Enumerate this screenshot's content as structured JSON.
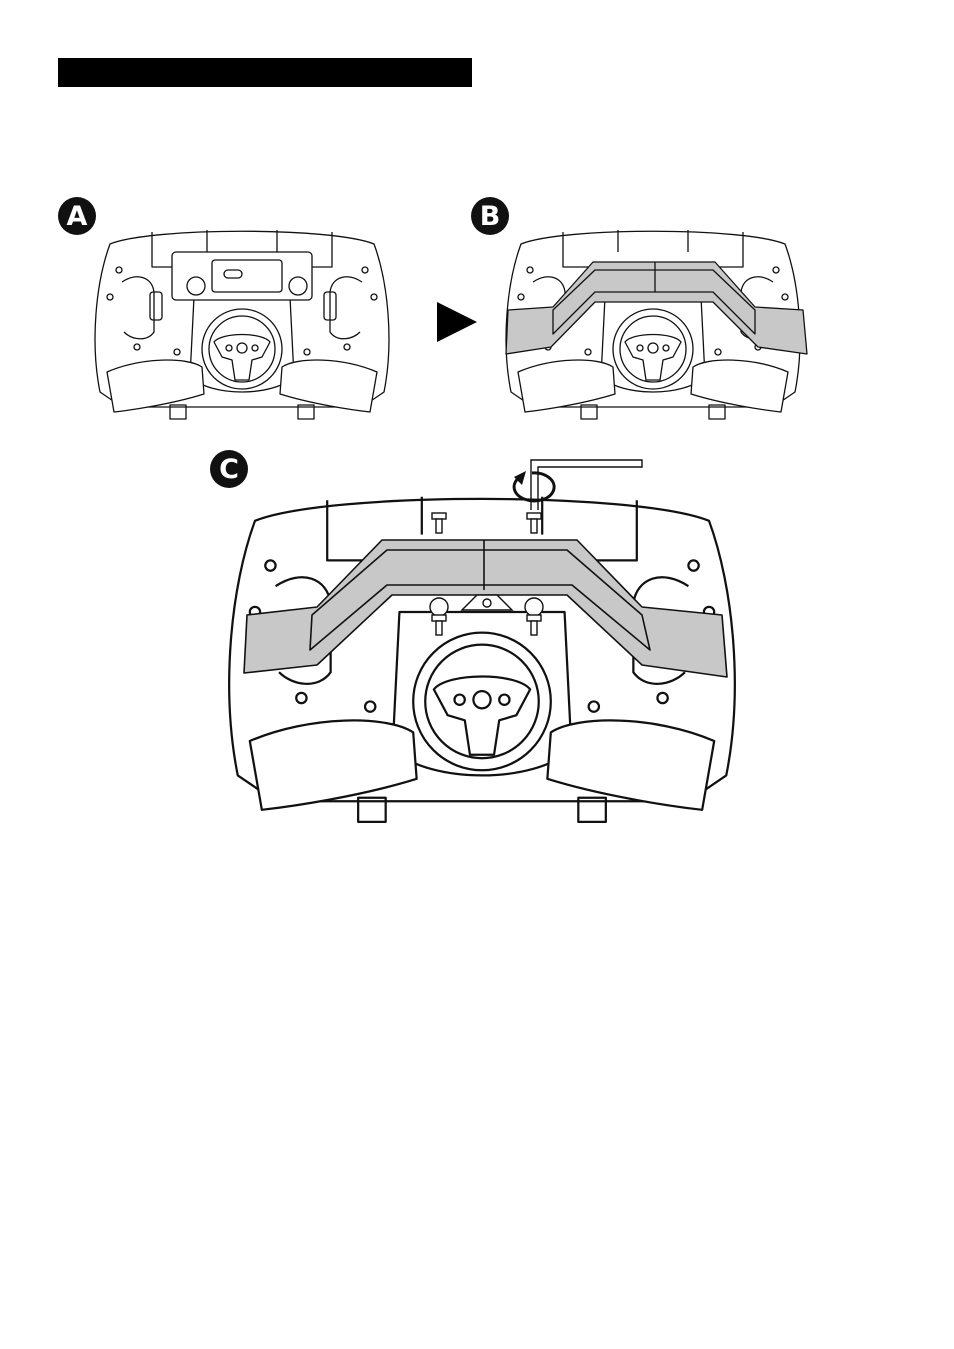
{
  "steps": [
    {
      "label": "A"
    },
    {
      "label": "B"
    },
    {
      "label": "C"
    }
  ],
  "illustration": {
    "subject": "steering-wheel-front-view",
    "part_fill": "#c8c8c8",
    "line_color": "#111111"
  }
}
